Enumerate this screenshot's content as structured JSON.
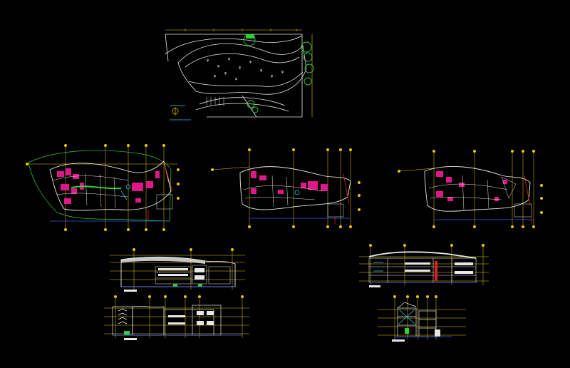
{
  "window": {
    "background": "#000000"
  },
  "drawings": {
    "site_plan": {
      "icon": "site-plan"
    },
    "floor_plans": [
      {
        "icon": "floor-plan"
      },
      {
        "icon": "floor-plan"
      },
      {
        "icon": "floor-plan"
      }
    ],
    "elevations": [
      {
        "icon": "elevation"
      },
      {
        "icon": "elevation"
      }
    ],
    "sections": [
      {
        "icon": "section"
      },
      {
        "icon": "section"
      }
    ]
  },
  "colors": {
    "line_white": "#e6e6e6",
    "grid_yellow": "#e8c800",
    "accent_magenta": "#e0178a",
    "accent_green": "#2fd03a",
    "accent_cyan": "#20c8e8",
    "accent_red": "#e02020",
    "accent_blue": "#3a58e8"
  }
}
